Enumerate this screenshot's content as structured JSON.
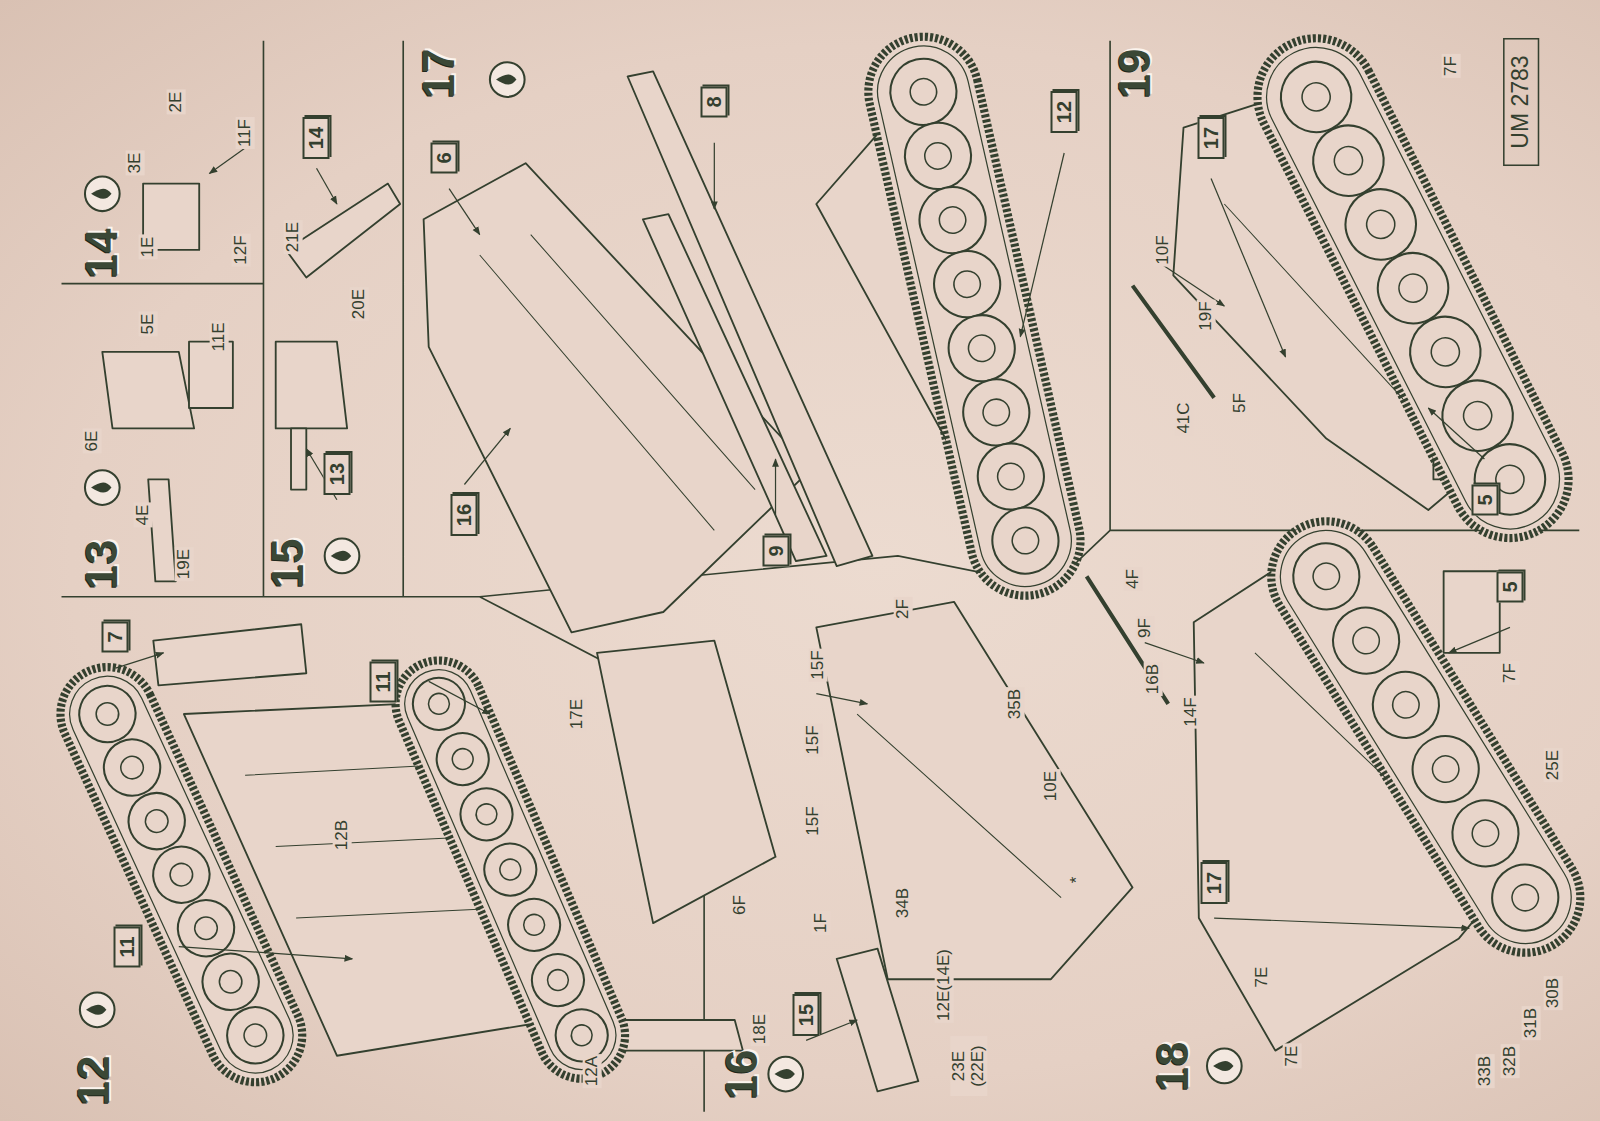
{
  "diagram": {
    "nodes": [
      {
        "text": [
          "7"
        ]
      },
      {
        "text": [
          "11"
        ]
      },
      {
        "text": [
          "11"
        ]
      },
      {
        "text": [
          "14"
        ]
      },
      {
        "text": [
          "13"
        ]
      },
      {
        "text": [
          "6"
        ]
      },
      {
        "text": [
          "16"
        ]
      },
      {
        "text": [
          "8"
        ]
      },
      {
        "text": [
          "9"
        ]
      },
      {
        "text": [
          "12"
        ]
      },
      {
        "text": [
          "15"
        ]
      },
      {
        "text": [
          "17"
        ]
      },
      {
        "text": [
          "5"
        ]
      },
      {
        "text": [
          "5"
        ]
      },
      {
        "text": [
          "17"
        ]
      }
    ],
    "labels": [
      "12",
      "13",
      "14",
      "15",
      "16",
      "17",
      "18",
      "19",
      "2E",
      "3E",
      "11F",
      "1E",
      "12F",
      "5E",
      "6E",
      "11E",
      "4E",
      "19E",
      "21E",
      "20E",
      "12B",
      "12A",
      "17E",
      "15F",
      "15F",
      "15F",
      "2F",
      "35B",
      "10E",
      "6F",
      "1F",
      "34B",
      "18E",
      "12E(14E)",
      "23E (22E)",
      "*",
      "10F",
      "19F",
      "41C",
      "5F",
      "7F",
      "UM 2783",
      "4F",
      "9F",
      "16B",
      "14F",
      "7F",
      "25E",
      "7E",
      "7E",
      "30B",
      "31B",
      "32B",
      "33B"
    ]
  }
}
